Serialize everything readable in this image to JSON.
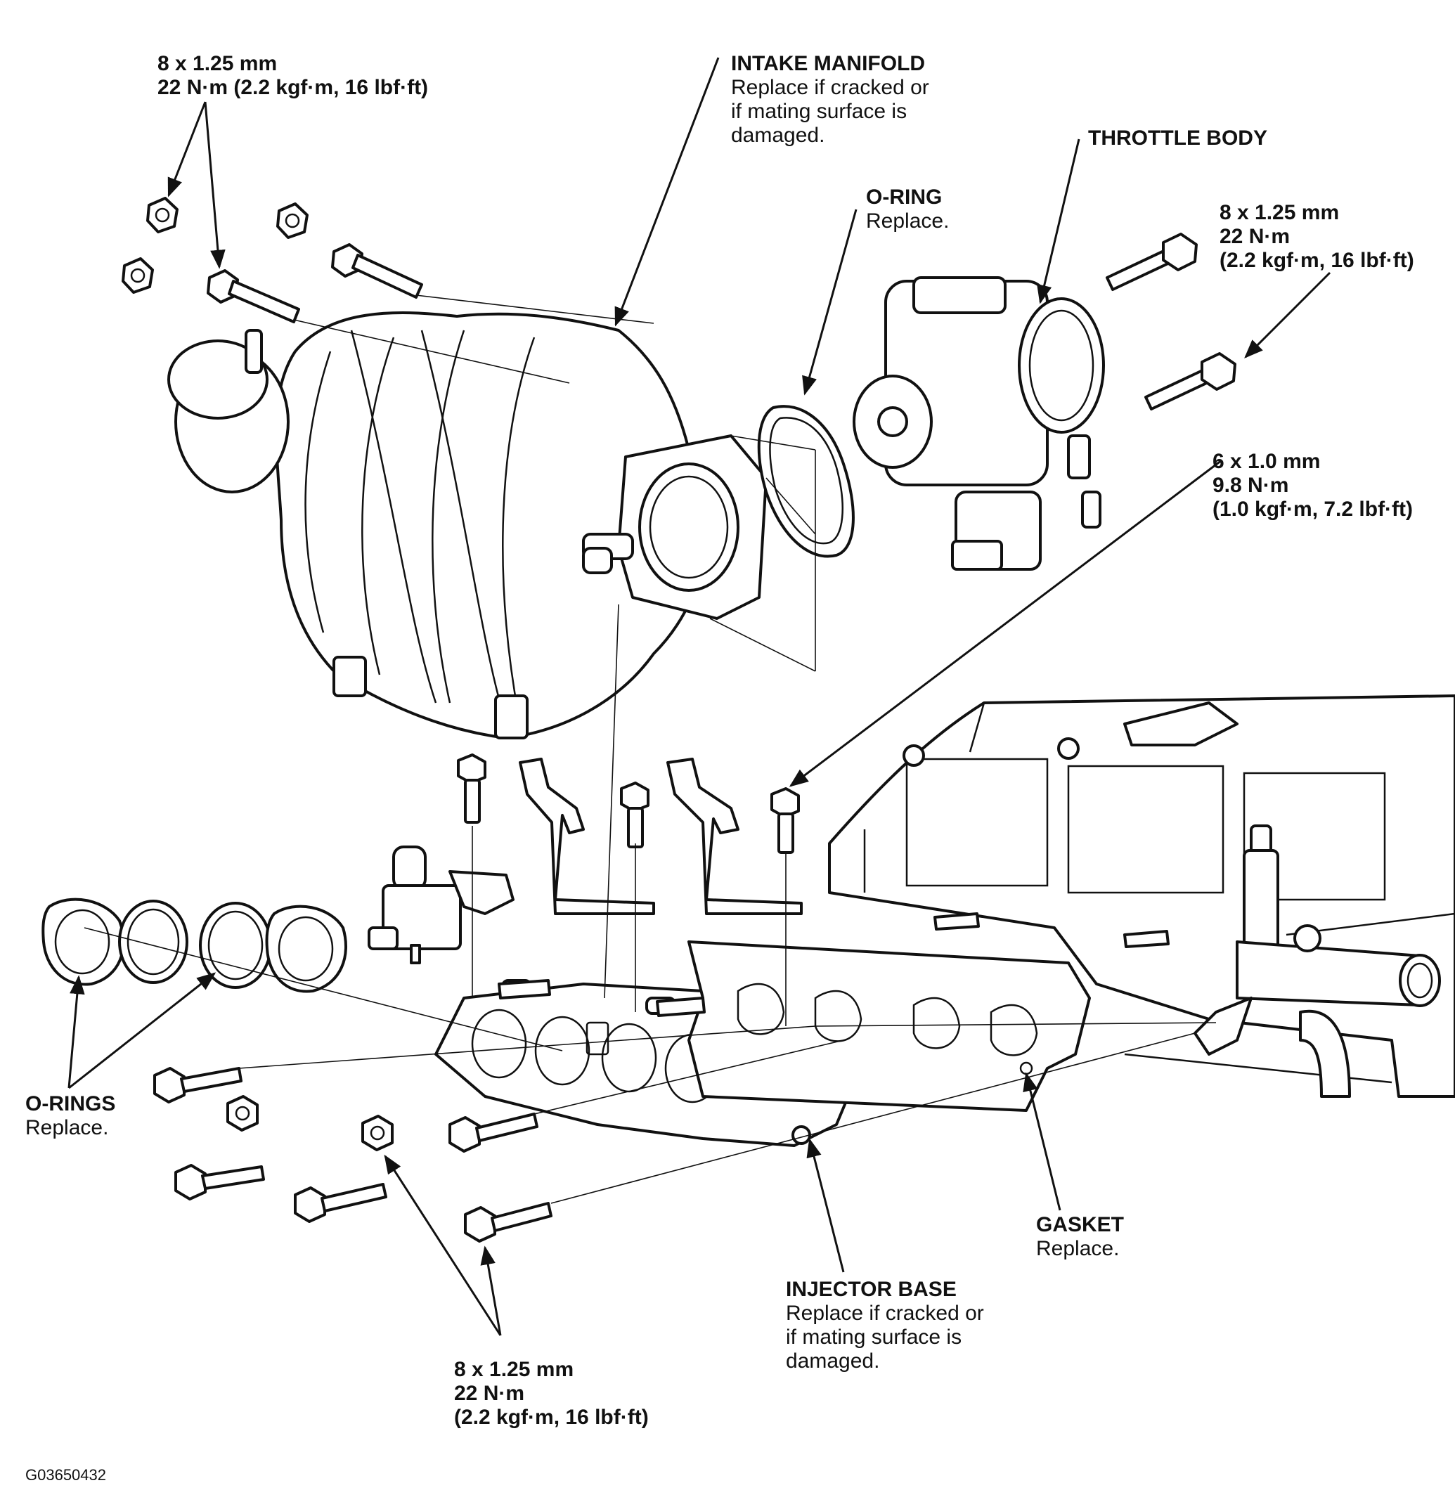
{
  "labels": {
    "bolts_top_left": {
      "line1": "8 x 1.25 mm",
      "line2": "22 N·m (2.2 kgf·m, 16 lbf·ft)"
    },
    "intake_manifold": {
      "title": "INTAKE MANIFOLD",
      "note1": "Replace if cracked or",
      "note2": "if mating surface is",
      "note3": "damaged."
    },
    "throttle_body": {
      "title": "THROTTLE BODY"
    },
    "o_ring": {
      "title": "O-RING",
      "note": "Replace."
    },
    "bolts_top_right": {
      "line1": "8 x 1.25 mm",
      "line2": "22 N·m",
      "line3": "(2.2 kgf·m, 16 lbf·ft)"
    },
    "bolts_bracket": {
      "line1": "6 x 1.0 mm",
      "line2": "9.8 N·m",
      "line3": "(1.0 kgf·m, 7.2 lbf·ft)"
    },
    "o_rings": {
      "title": "O-RINGS",
      "note": "Replace."
    },
    "gasket": {
      "title": "GASKET",
      "note": "Replace."
    },
    "injector_base": {
      "title": "INJECTOR BASE",
      "note1": "Replace if cracked or",
      "note2": "if mating surface is",
      "note3": "damaged."
    },
    "bolts_bottom": {
      "line1": "8 x 1.25 mm",
      "line2": "22 N·m",
      "line3": "(2.2 kgf·m, 16 lbf·ft)"
    }
  },
  "figure_id": "G03650432"
}
